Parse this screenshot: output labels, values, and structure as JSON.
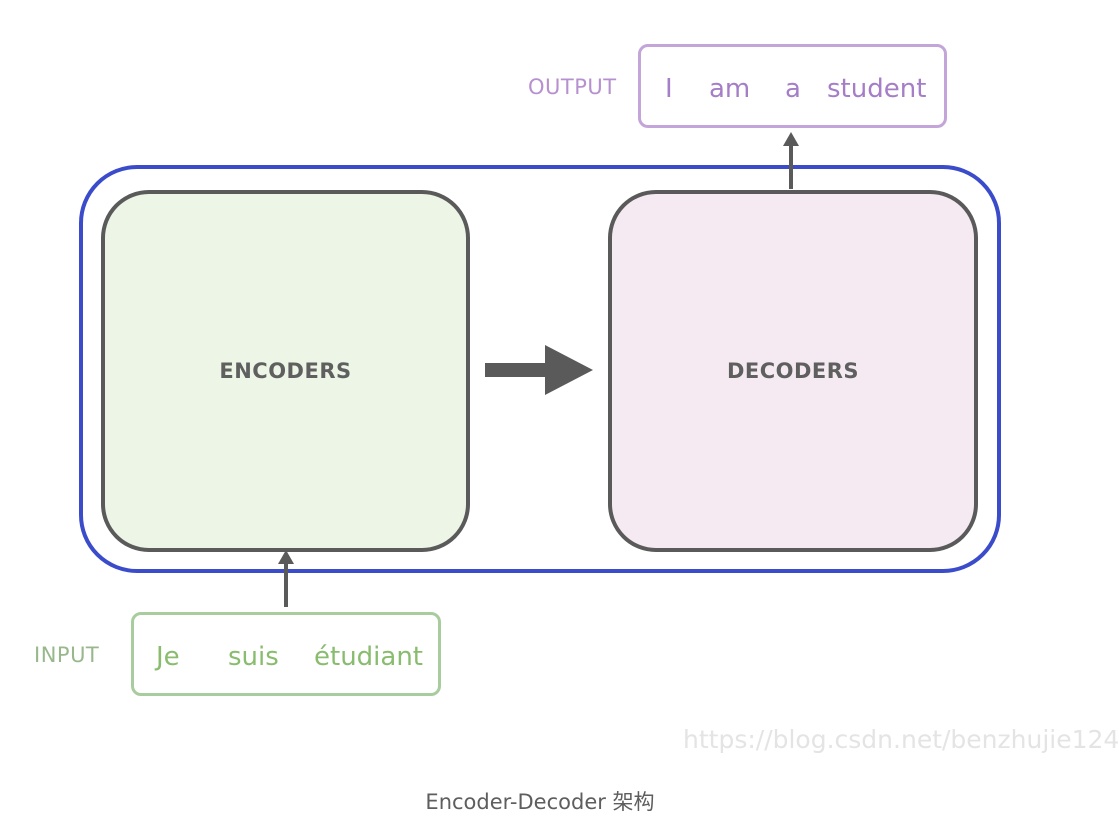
{
  "diagram": {
    "encoder_label": "ENCODERS",
    "decoder_label": "DECODERS",
    "input": {
      "label": "INPUT",
      "tokens": [
        "Je",
        "suis",
        "étudiant"
      ]
    },
    "output": {
      "label": "OUTPUT",
      "tokens": [
        "I",
        "am",
        "a",
        "student"
      ]
    },
    "colors": {
      "container_border": "#3b4cca",
      "encoder_fill": "#ecf5e6",
      "decoder_fill": "#f5eaf2",
      "block_border": "#5a5a5a",
      "input_accent": "#89bc6e",
      "output_accent": "#a57ec7"
    }
  },
  "watermark": "https://blog.csdn.net/benzhujie124",
  "caption": "Encoder-Decoder 架构"
}
